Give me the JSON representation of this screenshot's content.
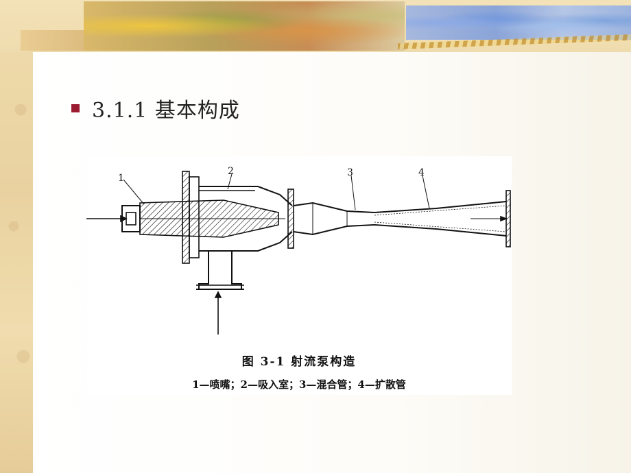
{
  "slide": {
    "heading": "3.1.1  基本构成",
    "bullet_color": "#9b1b30"
  },
  "figure": {
    "title": "图 3-1    射流泵构造",
    "legend": "1—喷嘴；2—吸入室；3—混合管；4—扩散管",
    "part_labels": [
      "1",
      "2",
      "3",
      "4"
    ]
  }
}
